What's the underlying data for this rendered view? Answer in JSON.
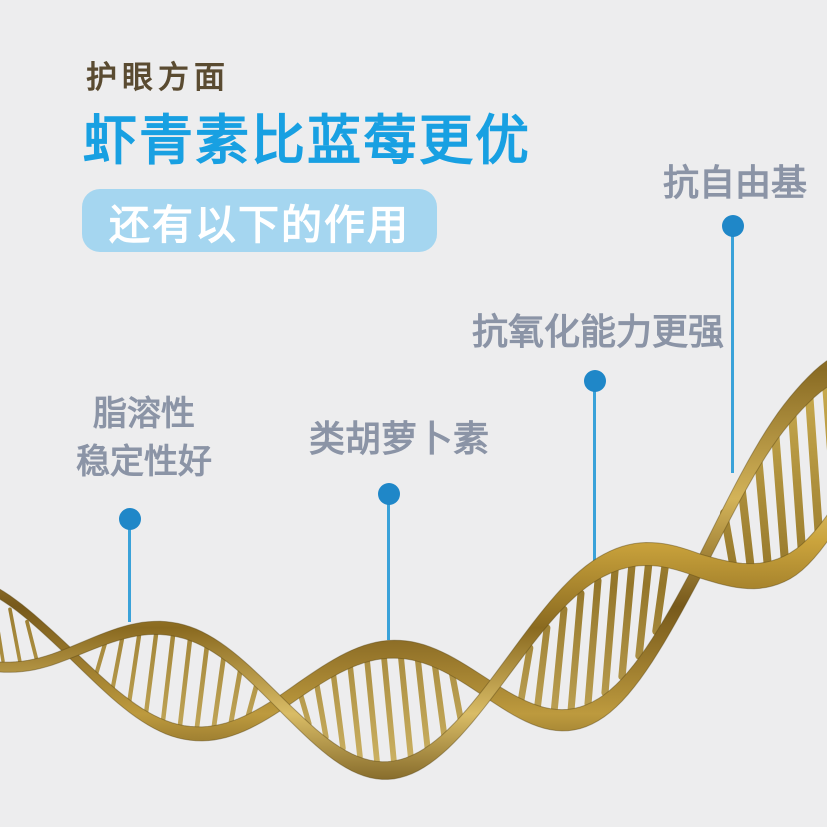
{
  "page": {
    "description": "Astaxanthin eye-care benefits infographic with golden DNA double helix"
  },
  "header": {
    "eyebrow": "护眼方面",
    "title": "虾青素比蓝莓更优",
    "subtitle_pill": "还有以下的作用"
  },
  "callouts": [
    {
      "id": "lipid-solubility",
      "lines": [
        "脂溶性",
        "稳定性好"
      ]
    },
    {
      "id": "carotenoid",
      "lines": [
        "类胡萝卜素"
      ]
    },
    {
      "id": "antioxidant-capacity",
      "lines": [
        "抗氧化能力更强"
      ]
    },
    {
      "id": "anti-free-radical",
      "lines": [
        "抗自由基"
      ]
    }
  ],
  "illustration": {
    "name": "golden-dna-double-helix"
  },
  "colors": {
    "background": "#ededee",
    "title_blue": "#18a0e2",
    "pill_background": "#a5d6f0",
    "pill_text": "#ffffff",
    "eyebrow_brown": "#5a4b31",
    "callout_label_gray": "#8b94a6",
    "marker_dot_blue": "#1f87c8",
    "marker_line_blue": "#3aa2d9",
    "dna_gold": "#c9a43c"
  }
}
